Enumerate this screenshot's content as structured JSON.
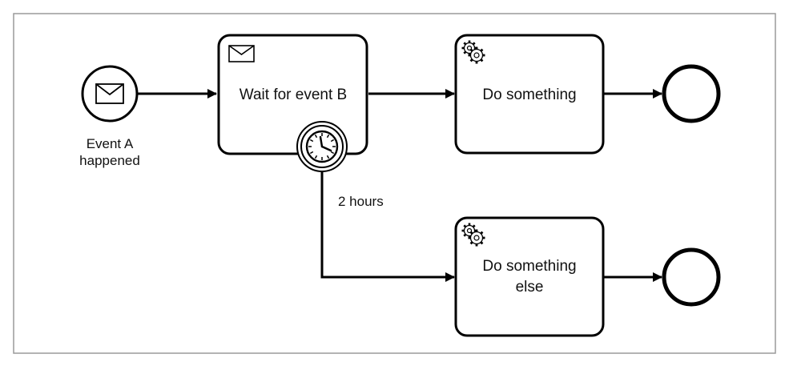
{
  "diagram": {
    "start_event": {
      "label_line1": "Event A",
      "label_line2": "happened"
    },
    "tasks": {
      "wait": {
        "label": "Wait for event B"
      },
      "do_something": {
        "label": "Do something"
      },
      "do_something_else": {
        "label_line1": "Do something",
        "label_line2": "else"
      }
    },
    "timer_event": {
      "label": "2 hours"
    },
    "colors": {
      "stroke": "#000000",
      "background": "#ffffff",
      "frame": "#9a9a9a"
    },
    "icons": {
      "start_event": "envelope-icon",
      "wait_task": "envelope-icon",
      "service_tasks": "gear-icon",
      "boundary_event": "clock-icon"
    }
  }
}
